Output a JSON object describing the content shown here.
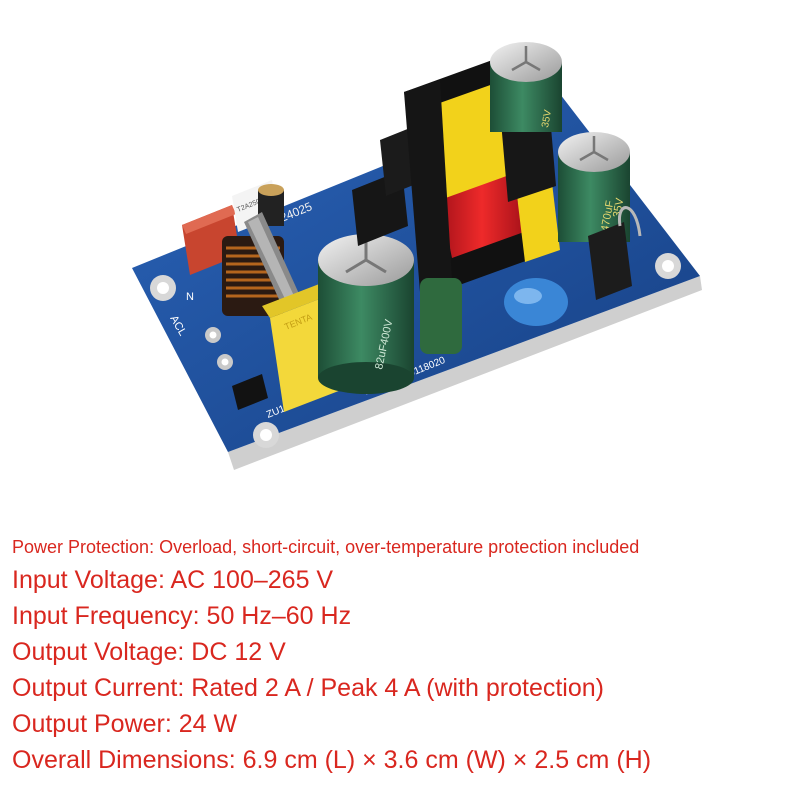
{
  "product_image": {
    "board_markings": {
      "top_code": "24025",
      "serial": "SN-240IA00118020",
      "input_label": "ACL",
      "neutral_label": "N",
      "output_label": "+",
      "fuse_label": "T2A250V",
      "cap_small": "35V",
      "cap_right": "470uF",
      "cap_right_voltage": "35V",
      "cap_main": "82uF400V",
      "chip_label": "ZU1"
    },
    "colors": {
      "pcb": "#1f4f9a",
      "transformer_core": "#111111",
      "transformer_tape": "#f2d21b",
      "coil": "#d81e1e",
      "capacitor_green": "#2e6b4d",
      "safety_cap_yellow": "#f3d83a",
      "blue_y_cap": "#3a86d6",
      "fuse_red": "#c8452f"
    }
  },
  "specs": {
    "protection": "Power Protection: Overload, short-circuit, over-temperature protection included",
    "input_voltage": "Input Voltage: AC 100–265 V",
    "input_frequency": "Input Frequency: 50 Hz–60 Hz",
    "output_voltage": "Output Voltage: DC 12 V",
    "output_current": "Output Current: Rated 2 A / Peak 4 A (with protection)",
    "output_power": "Output Power: 24 W",
    "dimensions": "Overall Dimensions: 6.9 cm (L) × 3.6 cm (W) × 2.5 cm (H)"
  }
}
